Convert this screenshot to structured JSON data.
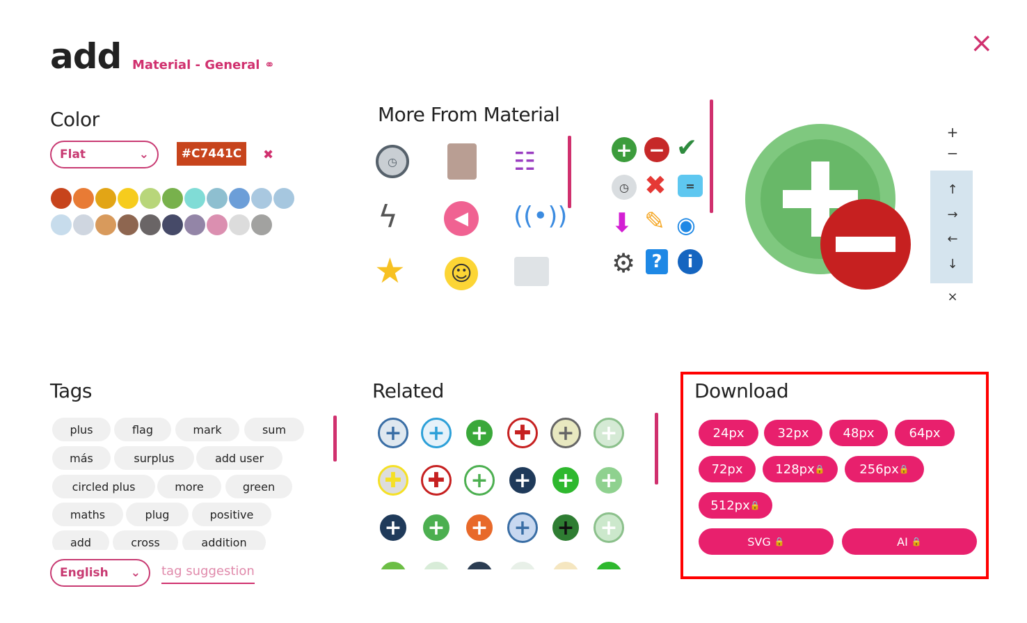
{
  "header": {
    "title": "add",
    "category": "Material - General",
    "close": "×"
  },
  "color": {
    "heading": "Color",
    "style_select": "Flat",
    "hex": "#C7441C",
    "clear": "✖",
    "swatches": [
      "#c7441c",
      "#e87b35",
      "#e2a516",
      "#f6cc1d",
      "#b8d67a",
      "#78b14c",
      "#80dcd6",
      "#8ebfd0",
      "#6c9ed8",
      "#a9c8e0",
      "#a6c7df",
      "#c7dcec",
      "#cfd6e0",
      "#d89a5c",
      "#8e6650",
      "#6a6566",
      "#464a68",
      "#9385a7",
      "#db8fb0",
      "#dcdcdc",
      "#a2a2a0"
    ]
  },
  "more": {
    "heading": "More From Material"
  },
  "preview": {
    "zoom_in": "+",
    "zoom_out": "−",
    "up": "↑",
    "right": "→",
    "left": "←",
    "down": "↓",
    "reset": "×"
  },
  "tags": {
    "heading": "Tags",
    "items": [
      "plus",
      "flag",
      "mark",
      "sum",
      "más",
      "surplus",
      "add user",
      "circled plus",
      "more",
      "green",
      "maths",
      "plug",
      "positive",
      "add",
      "cross",
      "addition"
    ],
    "language": "English",
    "suggestion": "tag suggestion"
  },
  "related": {
    "heading": "Related"
  },
  "download": {
    "heading": "Download",
    "sizes": [
      "24px",
      "32px",
      "48px",
      "64px",
      "72px",
      "128px",
      "256px",
      "512px"
    ],
    "svg": "SVG",
    "ai": "AI",
    "lock": "🔒"
  },
  "colors": {
    "accent": "#e8206d",
    "highlight": "#ff0000"
  }
}
